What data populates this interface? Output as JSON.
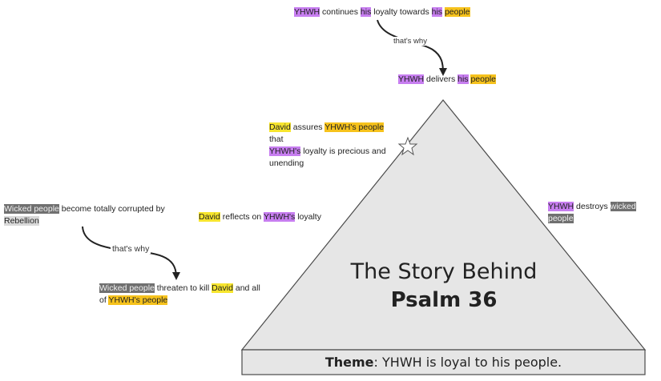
{
  "notes": {
    "top_continues": {
      "w1": "YHWH",
      "w2": " continues ",
      "w3": "his",
      "w4": " loyalty towards ",
      "w5": "his",
      "w6": " ",
      "w7": "people"
    },
    "top_label": "that's why",
    "delivers": {
      "w1": "YHWH",
      "w2": " delivers ",
      "w3": "his",
      "w4": " ",
      "w5": "people"
    },
    "david_assures": {
      "w1": "David",
      "w2": " assures ",
      "w3": "YHWH's people",
      "w4": " that",
      "w5": "YHWH's",
      "w6": " loyalty is precious and",
      "w7": "unending"
    },
    "wicked_corrupt": {
      "w1": "Wicked people",
      "w2": " become totally corrupted by",
      "w3": "Rebellion"
    },
    "left_label": "that's why",
    "wicked_threaten": {
      "w1": "Wicked people",
      "w2": " threaten to kill ",
      "w3": "David",
      "w4": " and all",
      "w5": "of ",
      "w6": "YHWH's people"
    },
    "david_reflects": {
      "w1": "David",
      "w2": " reflects on ",
      "w3": "YHWH's",
      "w4": " loyalty"
    },
    "destroys": {
      "w1": "YHWH",
      "w2": " destroys ",
      "w3": "wicked people"
    }
  },
  "title": {
    "line1": "The Story Behind",
    "line2": "Psalm 36"
  },
  "theme": {
    "label": "Theme",
    "text": ": YHWH is loyal to his people."
  },
  "colors": {
    "triangle_fill": "#e6e6e6",
    "triangle_stroke": "#4a4a4a",
    "highlight_purple": "#c77ef0",
    "highlight_orange": "#f6c21c",
    "highlight_yellow": "#f7e52e",
    "highlight_gray": "#707070"
  },
  "icons": {
    "apex_marker": "star-icon"
  }
}
